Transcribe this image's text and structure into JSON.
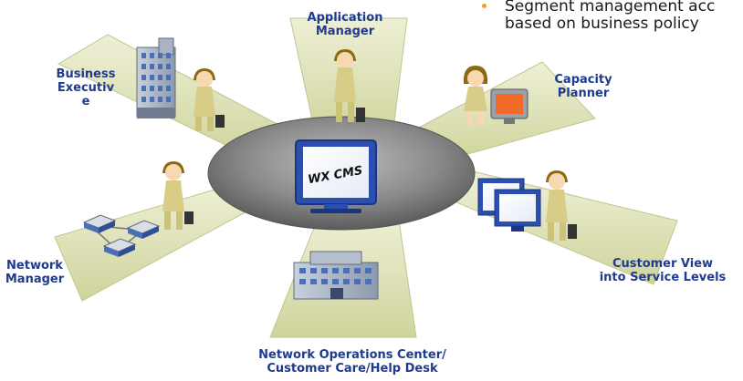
{
  "bullet": {
    "line1": "Segment management acc",
    "line2": "based on business policy"
  },
  "center": {
    "label": "WX CMS"
  },
  "roles": {
    "application_manager": [
      "Application",
      "Manager"
    ],
    "business_executive": [
      "Business",
      "Executiv",
      "e"
    ],
    "capacity_planner": [
      "Capacity",
      "Planner"
    ],
    "network_manager": [
      "Network",
      "Manager"
    ],
    "customer_view": [
      "Customer View",
      "into Service Levels"
    ],
    "noc": [
      "Network Operations Center/",
      "Customer Care/Help Desk"
    ]
  },
  "colors": {
    "label_text": "#1f3b8f",
    "platform": "#dfe3b8",
    "hub": "#707070",
    "monitor": "#2a4fae",
    "bullet_marker": "#f0a020"
  }
}
